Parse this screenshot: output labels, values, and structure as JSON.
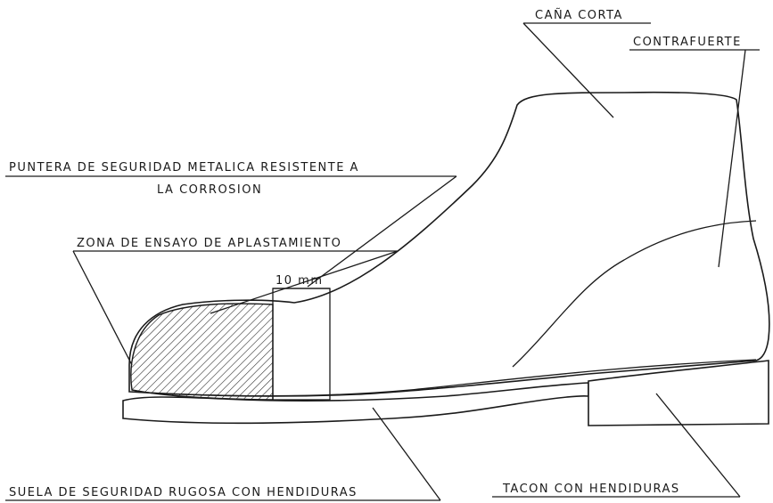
{
  "labels": {
    "cana_corta": "CAÑA CORTA",
    "contrafuerte": "CONTRAFUERTE",
    "puntera_line1": "PUNTERA DE SEGURIDAD METALICA RESISTENTE A",
    "puntera_line2": "LA CORROSION",
    "zona_ensayo": "ZONA DE ENSAYO DE APLASTAMIENTO",
    "dimension": "10 mm",
    "tacon": "TACON CON HENDIDURAS",
    "suela": "SUELA DE SEGURIDAD RUGOSA CON HENDIDURAS"
  },
  "colors": {
    "ink": "#1a1a1a",
    "background": "#ffffff"
  }
}
